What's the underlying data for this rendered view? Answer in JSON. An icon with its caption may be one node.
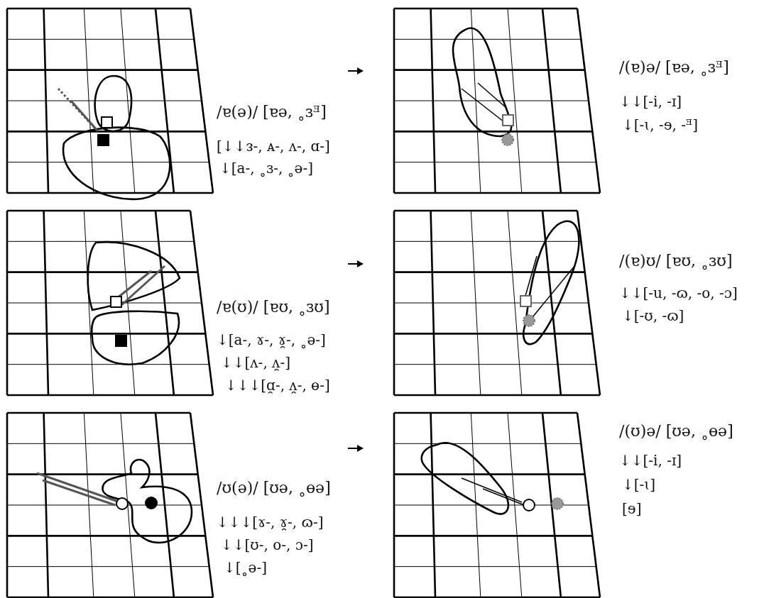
{
  "diagram": {
    "labels": [
      "/ɐ(ə)/ [ɐə, ˳ɜᴲ]",
      "[↓↓ᴈ-, ᴀ-, ʌ-, ɑ-]",
      "↓[a-, ˳ɜ-, ˳ə-]",
      "/(ɐ)ə/ [ɐə, ˳ɜᴲ]",
      "↓↓[-i, -ɪ]",
      "↓[-ɩ, -ɘ, -ᴲ]",
      "/ɐ(ʊ)/ [ɐʊ, ˳ɜʊ]",
      "↓[a-, ɤ-, ɤ̯-, ˳ə-]",
      "↓↓[ʌ-, ʌ̯-]",
      "↓↓↓[ɑ̯-, ʌ̯-, ɵ-]",
      "/(ɐ)ʊ/ [ɐʊ, ˳ɜʊ]",
      "↓↓[-u, -ɷ, -o, -ɔ]",
      "↓[-ʊ, -ɷ]",
      "/ʊ(ə)/ [ʊə, ˳ɵə]",
      "↓↓↓[ɤ-, ɤ̯-, ɷ-]",
      "↓↓[ʊ-, o-, ɔ-]",
      "↓[˳ə-]",
      "/(ʊ)ə/ [ʊə, ˳ɵə]",
      "↓↓[-i, -ɪ]",
      "↓[-ɩ]",
      "[ɘ]"
    ]
  }
}
